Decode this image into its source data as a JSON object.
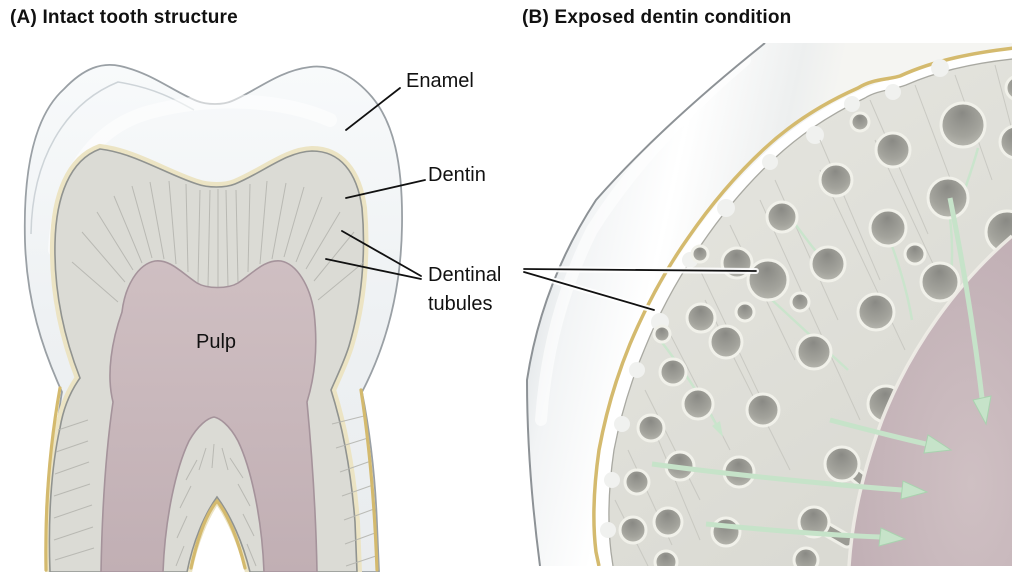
{
  "panel_a": {
    "title": "(A) Intact tooth structure",
    "labels": {
      "enamel": "Enamel",
      "dentin": "Dentin",
      "pulp": "Pulp"
    }
  },
  "panel_b": {
    "title": "(B) Exposed dentin condition"
  },
  "shared_labels": {
    "dentinal_tubules_line1": "Dentinal",
    "dentinal_tubules_line2": "tubules"
  },
  "colors": {
    "background": "#ffffff",
    "text": "#111111",
    "enamel": "#f3f5f6",
    "enamel_outline": "#9aa0a5",
    "dentin": "#dcdcd6",
    "pulp": "#c9b7bb",
    "dentin_enamel_junction_gold": "#d4ba6e",
    "cementum": "#d4ba6e",
    "tubule_hole": "#8f8f8a",
    "arrow_green": "#c6e3c9"
  }
}
